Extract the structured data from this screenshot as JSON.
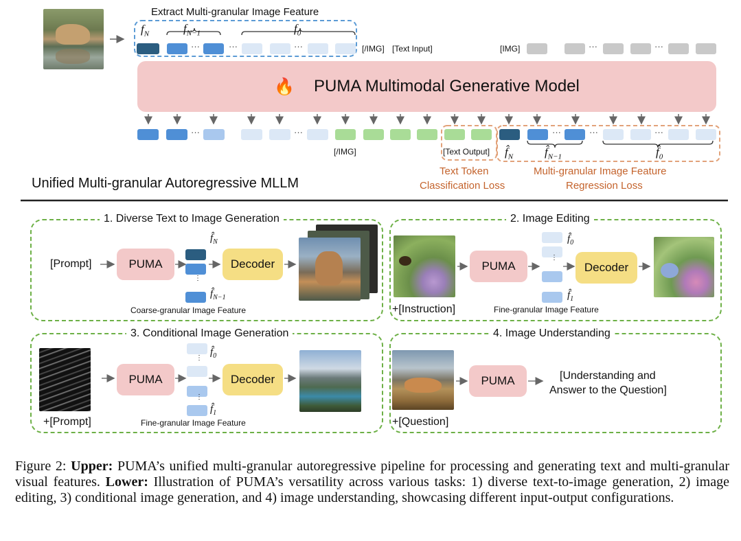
{
  "upper": {
    "extract_label": "Extract Multi-granular Image Feature",
    "f_n": "f",
    "f_n_sub": "N",
    "f_n1": "f",
    "f_n1_sub": "N−1",
    "f_0": "f",
    "f_0_sub": "0",
    "img_close": "[/IMG]",
    "text_input": "[Text  Input]",
    "img_open": "[IMG]",
    "model_title": "PUMA Multimodal Generative Model",
    "fire_icon": "fire-icon",
    "img_close_out": "[/IMG]",
    "text_output": "[Text Output]",
    "out_fn": "f̂",
    "out_fn_sub": "N",
    "out_fn1": "f̂",
    "out_fn1_sub": "N−1",
    "out_f0": "f̂",
    "out_f0_sub": "0",
    "text_loss": "Text Token\nClassification Loss",
    "text_loss_1": "Text Token",
    "text_loss_2": "Classification Loss",
    "feat_loss_1": "Multi-granular Image Feature",
    "feat_loss_2": "Regression Loss",
    "side_title": "Unified Multi-granular Autoregressive MLLM",
    "ellipsis": "···"
  },
  "panels": {
    "p1": {
      "title": "1. Diverse Text to Image Generation",
      "input": "[Prompt]",
      "model": "PUMA",
      "decoder": "Decoder",
      "top": "f̂",
      "top_sub": "N",
      "bottom": "f̂",
      "bottom_sub": "N−1",
      "feature": "Coarse-granular Image Feature"
    },
    "p2": {
      "title": "2. Image Editing",
      "input": "+[Instruction]",
      "model": "PUMA",
      "decoder": "Decoder",
      "top": "f̂",
      "top_sub": "0",
      "bottom": "f̂",
      "bottom_sub": "1",
      "feature": "Fine-granular Image Feature"
    },
    "p3": {
      "title": "3. Conditional Image Generation",
      "input": "+[Prompt]",
      "model": "PUMA",
      "decoder": "Decoder",
      "top": "f̂",
      "top_sub": "0",
      "bottom": "f̂",
      "bottom_sub": "1",
      "feature": "Fine-granular Image Feature"
    },
    "p4": {
      "title": "4. Image Understanding",
      "input": "+[Question]",
      "model": "PUMA",
      "answer_1": "[Understanding and",
      "answer_2": "Answer to the Question]"
    }
  },
  "caption": {
    "label": "Figure 2:",
    "upper_bold": "Upper:",
    "upper_text": "PUMA’s unified multi-granular autoregressive pipeline for processing and generating text and multi-granular visual features.",
    "lower_bold": "Lower:",
    "lower_text": "Illustration of PUMA’s versatility across various tasks: 1) diverse text-to-image generation, 2) image editing, 3) conditional image generation, and 4) image understanding, showcasing different input-output configurations."
  },
  "colors": {
    "token_dark": "#2b5d80",
    "token_mid": "#4f8fd6",
    "token_light": "#dce8f6",
    "token_green": "#a9dc97",
    "model_pink": "#f3c9c9",
    "decoder_yellow": "#f5de84",
    "loss_orange": "#c4632c",
    "panel_green": "#6db046"
  }
}
